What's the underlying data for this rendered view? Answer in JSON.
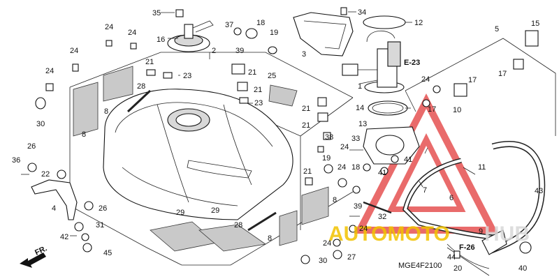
{
  "diagram": {
    "code": "MGE4F2100",
    "section_refs": [
      "E-23",
      "F-26"
    ],
    "watermark": {
      "text": "AUTOMOTOHUB",
      "colors": {
        "automoto": "#f2c200",
        "hub": "#d8d8d8",
        "triangle": "#e23a3a"
      }
    },
    "part_numbers": [
      "1",
      "2",
      "3",
      "4",
      "5",
      "6",
      "7",
      "8",
      "9",
      "10",
      "11",
      "12",
      "13",
      "14",
      "15",
      "16",
      "17",
      "18",
      "19",
      "20",
      "21",
      "22",
      "23",
      "24",
      "25",
      "26",
      "27",
      "28",
      "29",
      "30",
      "31",
      "32",
      "33",
      "34",
      "35",
      "36",
      "37",
      "38",
      "39",
      "40",
      "41",
      "42",
      "43",
      "44",
      "45"
    ]
  },
  "callouts": {
    "c35": "35",
    "c34": "34",
    "c12": "12",
    "c15": "15",
    "c18": "18",
    "c37": "37",
    "c19": "19",
    "c24a": "24",
    "c24b": "24",
    "c16": "16",
    "c39a": "39",
    "c3": "3",
    "c5": "5",
    "c24c": "24",
    "c2": "2",
    "c17a": "17",
    "c24d": "24",
    "c21a": "21",
    "c23a": "23",
    "c25": "25",
    "c1": "1",
    "c17b": "17",
    "c24e": "24",
    "c21b": "21",
    "c28a": "28",
    "c8a": "8",
    "c21c": "21",
    "c23b": "23",
    "c17c": "17",
    "c10": "10",
    "c30a": "30",
    "c14": "14",
    "c21d": "21",
    "c21e": "21",
    "c13": "13",
    "c8b": "8",
    "c38": "38",
    "c33": "33",
    "c24f": "24",
    "c26a": "26",
    "c19b": "19",
    "c24g": "24",
    "c18b": "18",
    "c11": "11",
    "c36": "36",
    "c22": "22",
    "c41a": "41",
    "c41b": "41",
    "c21f": "21",
    "c43": "43",
    "c7": "7",
    "c4": "4",
    "c26b": "26",
    "c8c": "8",
    "c6": "6",
    "c29a": "29",
    "c29b": "29",
    "c39b": "39",
    "c31": "31",
    "c28b": "28",
    "c32": "32",
    "c24h": "24",
    "c9": "9",
    "c42": "42",
    "c8d": "8",
    "c24i": "24",
    "c45": "45",
    "c44": "44",
    "c30b": "30",
    "c27": "27",
    "c20": "20",
    "c40": "40",
    "fr": "FR."
  }
}
